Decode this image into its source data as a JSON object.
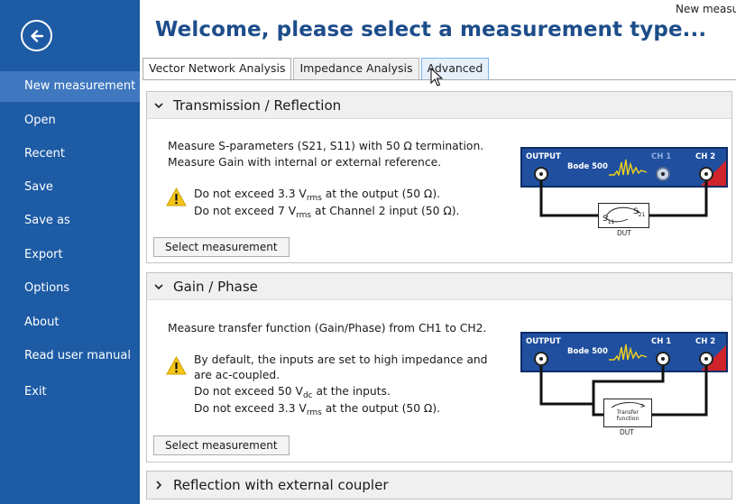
{
  "window": {
    "title_partial": "New measu"
  },
  "sidebar": {
    "back_icon": "arrow-left-circle-icon",
    "items": [
      {
        "label": "New measurement",
        "active": true
      },
      {
        "label": "Open"
      },
      {
        "label": "Recent"
      },
      {
        "label": "Save"
      },
      {
        "label": "Save as"
      },
      {
        "label": "Export"
      },
      {
        "label": "Options"
      },
      {
        "label": "About"
      },
      {
        "label": "Read user manual"
      },
      {
        "label": "Exit"
      }
    ],
    "color": "#1d5ba5",
    "active_color": "#3f78bf"
  },
  "header": {
    "title": "Welcome, please select a measurement type..."
  },
  "tabs": [
    {
      "label": "Vector Network Analysis",
      "active": true
    },
    {
      "label": "Impedance Analysis"
    },
    {
      "label": "Advanced",
      "hover": true
    }
  ],
  "sections": {
    "transmission": {
      "title": "Transmission / Reflection",
      "expanded": true,
      "line1": "Measure S-parameters (S21, S11) with 50 Ω termination.",
      "line2": "Measure Gain with internal or external reference.",
      "warn1_pre": "Do not exceed 3.3 V",
      "warn1_sub": "rms",
      "warn1_post": " at the output (50 Ω).",
      "warn2_pre": "Do not exceed 7 V",
      "warn2_sub": "rms",
      "warn2_post": " at Channel 2 input (50 Ω).",
      "button": "Select measurement",
      "diagram": {
        "output": "OUTPUT",
        "device": "Bode 500",
        "ch1": "CH 1",
        "ch2": "CH 2",
        "dut": "DUT",
        "s_left": "S",
        "s_left_sub": "11",
        "s_right": "S",
        "s_right_sub": "21"
      }
    },
    "gain": {
      "title": "Gain / Phase",
      "expanded": true,
      "line1": "Measure transfer function (Gain/Phase) from CH1 to CH2.",
      "warn1": "By default, the inputs are set to high impedance and",
      "warn1b": "are ac-coupled.",
      "warn2_pre": "Do not exceed 50 V",
      "warn2_sub": "dc",
      "warn2_post": " at the inputs.",
      "warn3_pre": "Do not exceed 3.3 V",
      "warn3_sub": "rms",
      "warn3_post": " at the output (50 Ω).",
      "button": "Select measurement",
      "diagram": {
        "output": "OUTPUT",
        "device": "Bode 500",
        "ch1": "CH 1",
        "ch2": "CH 2",
        "dut": "DUT",
        "tf1": "Transfer",
        "tf2": "function"
      }
    },
    "reflection_ext": {
      "title": "Reflection with external coupler",
      "expanded": false
    }
  },
  "colors": {
    "title": "#1d4d8a",
    "device_bar": "#1f4f9e",
    "device_corner": "#d0242b",
    "waveform": "#f2d21b",
    "warning": "#f5c518"
  }
}
